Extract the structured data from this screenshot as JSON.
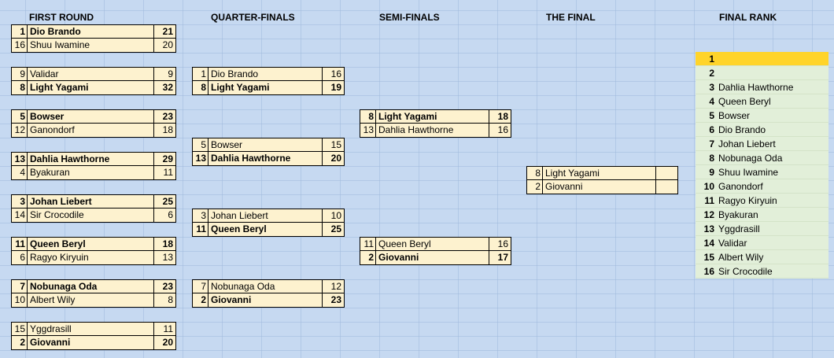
{
  "headers": {
    "first_round": "FIRST ROUND",
    "quarter_finals": "QUARTER-FINALS",
    "semi_finals": "SEMI-FINALS",
    "the_final": "THE FINAL",
    "final_rank": "FINAL RANK"
  },
  "first_round": [
    {
      "a": {
        "seed": "1",
        "name": "Dio Brando",
        "score": "21"
      },
      "b": {
        "seed": "16",
        "name": "Shuu Iwamine",
        "score": "20"
      }
    },
    {
      "a": {
        "seed": "9",
        "name": "Validar",
        "score": "9"
      },
      "b": {
        "seed": "8",
        "name": "Light Yagami",
        "score": "32"
      }
    },
    {
      "a": {
        "seed": "5",
        "name": "Bowser",
        "score": "23"
      },
      "b": {
        "seed": "12",
        "name": "Ganondorf",
        "score": "18"
      }
    },
    {
      "a": {
        "seed": "13",
        "name": "Dahlia Hawthorne",
        "score": "29"
      },
      "b": {
        "seed": "4",
        "name": "Byakuran",
        "score": "11"
      }
    },
    {
      "a": {
        "seed": "3",
        "name": "Johan Liebert",
        "score": "25"
      },
      "b": {
        "seed": "14",
        "name": "Sir Crocodile",
        "score": "6"
      }
    },
    {
      "a": {
        "seed": "11",
        "name": "Queen Beryl",
        "score": "18"
      },
      "b": {
        "seed": "6",
        "name": "Ragyo Kiryuin",
        "score": "13"
      }
    },
    {
      "a": {
        "seed": "7",
        "name": "Nobunaga Oda",
        "score": "23"
      },
      "b": {
        "seed": "10",
        "name": "Albert Wily",
        "score": "8"
      }
    },
    {
      "a": {
        "seed": "15",
        "name": "Yggdrasill",
        "score": "11"
      },
      "b": {
        "seed": "2",
        "name": "Giovanni",
        "score": "20"
      }
    }
  ],
  "quarter_finals": [
    {
      "a": {
        "seed": "1",
        "name": "Dio Brando",
        "score": "16"
      },
      "b": {
        "seed": "8",
        "name": "Light Yagami",
        "score": "19"
      }
    },
    {
      "a": {
        "seed": "5",
        "name": "Bowser",
        "score": "15"
      },
      "b": {
        "seed": "13",
        "name": "Dahlia Hawthorne",
        "score": "20"
      }
    },
    {
      "a": {
        "seed": "3",
        "name": "Johan Liebert",
        "score": "10"
      },
      "b": {
        "seed": "11",
        "name": "Queen Beryl",
        "score": "25"
      }
    },
    {
      "a": {
        "seed": "7",
        "name": "Nobunaga Oda",
        "score": "12"
      },
      "b": {
        "seed": "2",
        "name": "Giovanni",
        "score": "23"
      }
    }
  ],
  "semi_finals": [
    {
      "a": {
        "seed": "8",
        "name": "Light Yagami",
        "score": "18"
      },
      "b": {
        "seed": "13",
        "name": "Dahlia Hawthorne",
        "score": "16"
      }
    },
    {
      "a": {
        "seed": "11",
        "name": "Queen Beryl",
        "score": "16"
      },
      "b": {
        "seed": "2",
        "name": "Giovanni",
        "score": "17"
      }
    }
  ],
  "the_final": {
    "a": {
      "seed": "8",
      "name": "Light Yagami",
      "score": ""
    },
    "b": {
      "seed": "2",
      "name": "Giovanni",
      "score": ""
    }
  },
  "final_rank": [
    {
      "rank": "1",
      "name": ""
    },
    {
      "rank": "2",
      "name": ""
    },
    {
      "rank": "3",
      "name": "Dahlia Hawthorne"
    },
    {
      "rank": "4",
      "name": "Queen Beryl"
    },
    {
      "rank": "5",
      "name": "Bowser"
    },
    {
      "rank": "6",
      "name": "Dio Brando"
    },
    {
      "rank": "7",
      "name": "Johan Liebert"
    },
    {
      "rank": "8",
      "name": "Nobunaga Oda"
    },
    {
      "rank": "9",
      "name": "Shuu Iwamine"
    },
    {
      "rank": "10",
      "name": "Ganondorf"
    },
    {
      "rank": "11",
      "name": "Ragyo Kiryuin"
    },
    {
      "rank": "12",
      "name": "Byakuran"
    },
    {
      "rank": "13",
      "name": "Yggdrasill"
    },
    {
      "rank": "14",
      "name": "Validar"
    },
    {
      "rank": "15",
      "name": "Albert Wily"
    },
    {
      "rank": "16",
      "name": "Sir Crocodile"
    }
  ],
  "colors": {
    "sheet_background": "#c6d9f1",
    "match_cell": "#fdf2cf",
    "rank_cell": "#e2efd9",
    "champion_highlight": "#ffd42a"
  }
}
